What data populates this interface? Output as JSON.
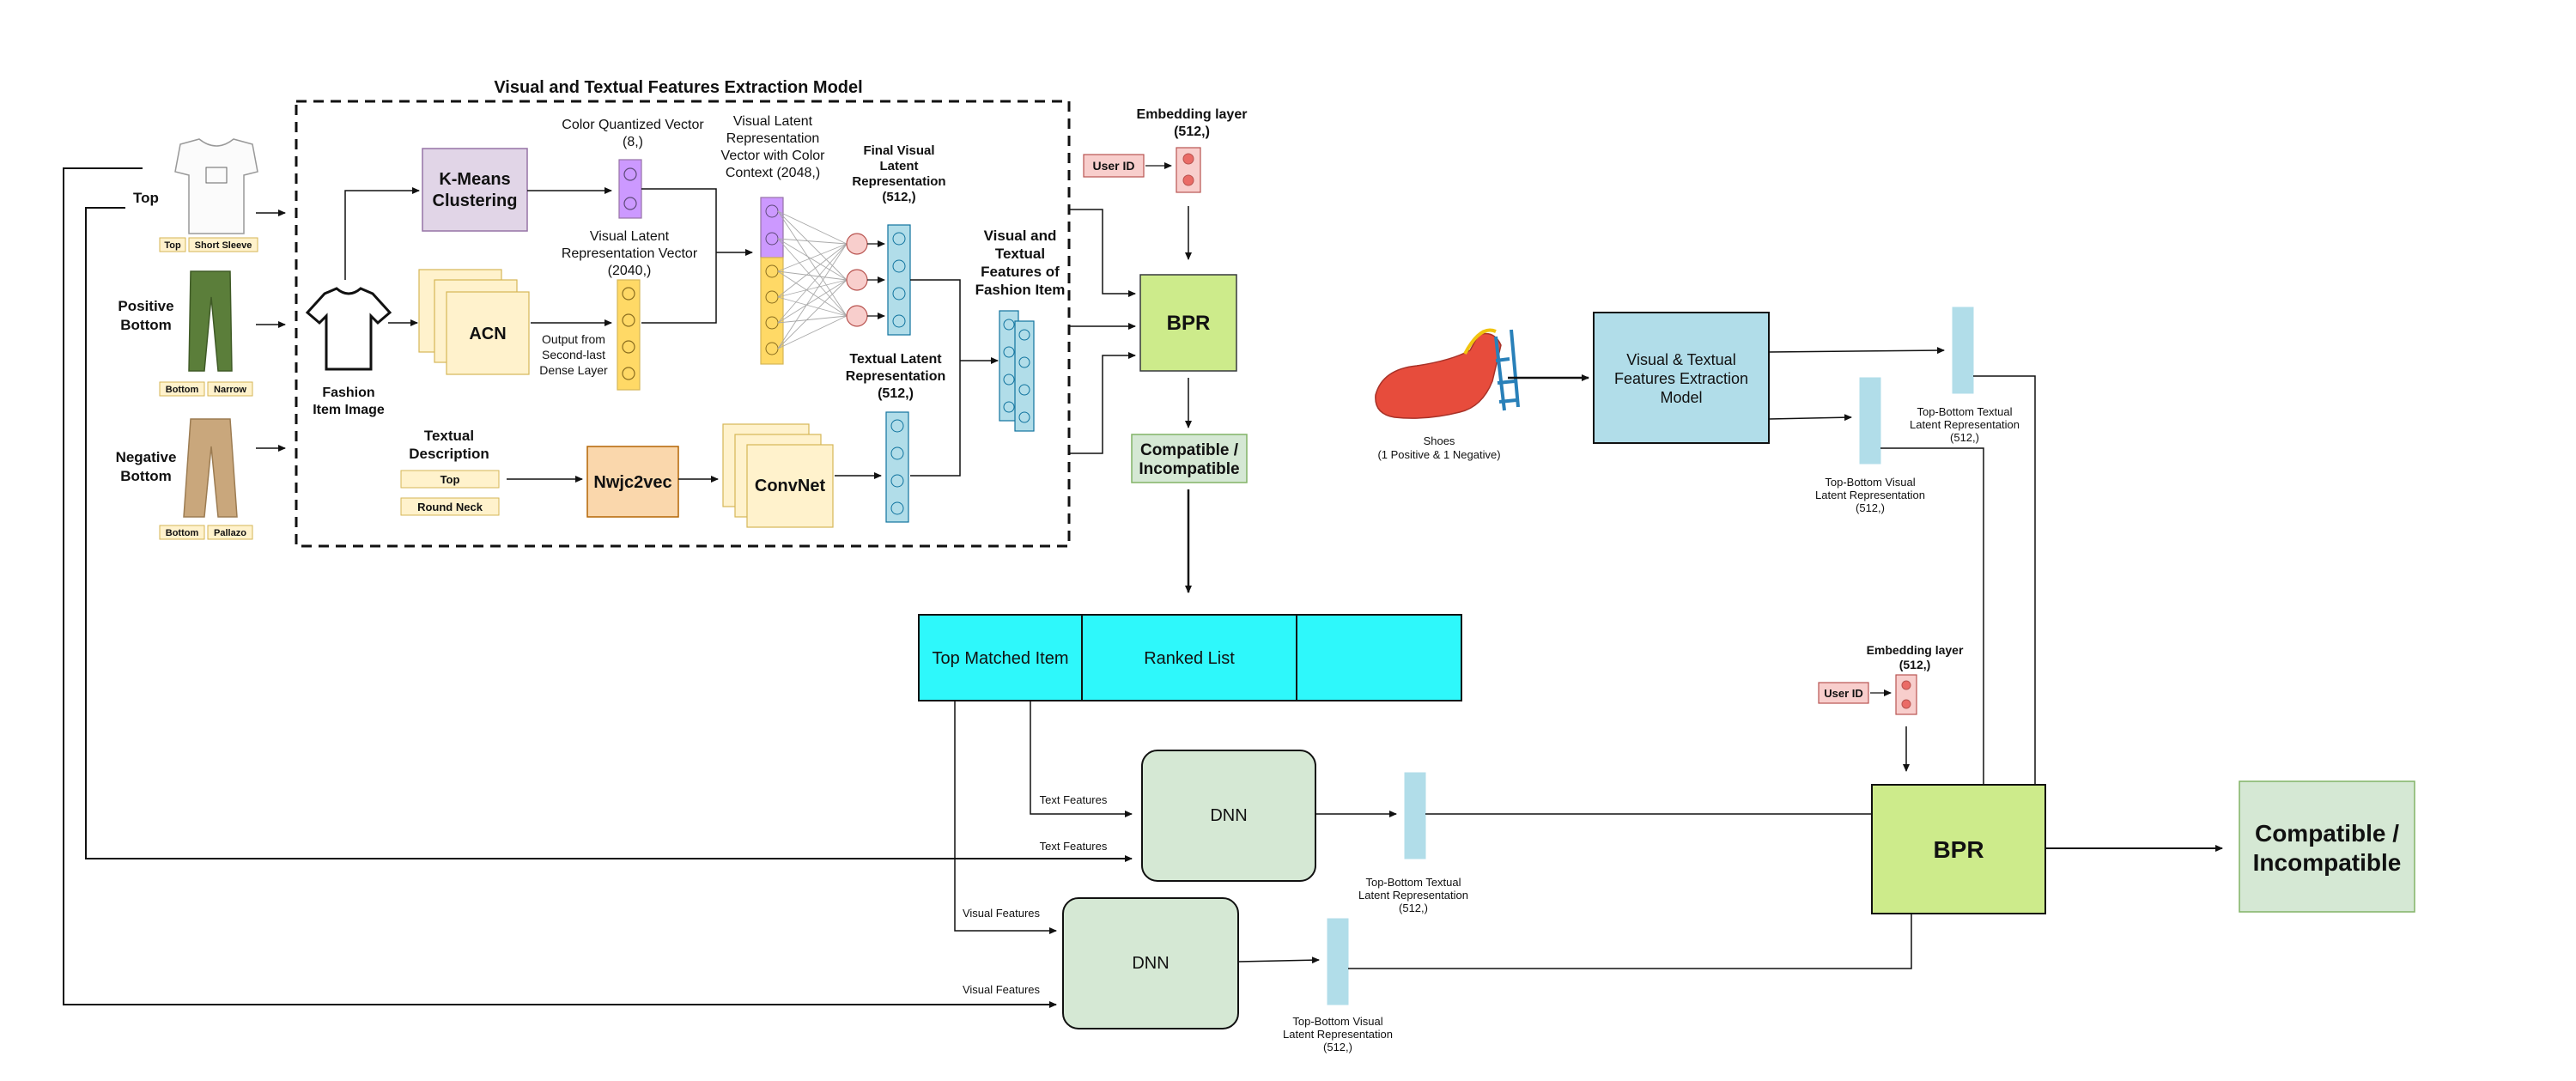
{
  "title": "Visual and Textual Features Extraction Model",
  "inputs": {
    "top": {
      "label": "Top",
      "tags": [
        "Top",
        "Short Sleeve"
      ]
    },
    "positive": {
      "label": [
        "Positive",
        "Bottom"
      ],
      "tags": [
        "Bottom",
        "Narrow"
      ]
    },
    "negative": {
      "label": [
        "Negative",
        "Bottom"
      ],
      "tags": [
        "Bottom",
        "Pallazo"
      ]
    }
  },
  "extraction": {
    "fashion_item_image": [
      "Fashion",
      "Item Image"
    ],
    "kmeans": [
      "K-Means",
      "Clustering"
    ],
    "acn": "ACN",
    "color_vector": [
      "Color Quantized Vector",
      "(8,)"
    ],
    "visual_vector": [
      "Visual Latent",
      "Representation Vector",
      "(2040,)"
    ],
    "output_note": [
      "Output from",
      "Second-last",
      "Dense Layer"
    ],
    "color_context": [
      "Visual Latent",
      "Representation",
      "Vector with Color",
      "Context (2048,)"
    ],
    "final_visual": [
      "Final Visual",
      "Latent",
      "Representation",
      "(512,)"
    ],
    "textual_latent": [
      "Textual Latent",
      "Representation",
      "(512,)"
    ],
    "vt_features": [
      "Visual and",
      "Textual",
      "Features of",
      "Fashion Item"
    ],
    "textual_description": [
      "Textual",
      "Description"
    ],
    "desc_tags": [
      "Top",
      "Round Neck"
    ],
    "nwjc2vec": "Nwjc2vec",
    "convnet": "ConvNet"
  },
  "bpr_top": {
    "embedding": [
      "Embedding layer",
      "(512,)"
    ],
    "user_id": "User ID",
    "bpr": "BPR",
    "result": [
      "Compatible /",
      "Incompatible"
    ]
  },
  "ranked": {
    "cells": [
      "Top Matched Item",
      "Ranked List",
      ""
    ]
  },
  "dnn": {
    "dnn1": "DNN",
    "dnn2": "DNN",
    "text_features": "Text Features",
    "visual_features": "Visual Features",
    "out1": [
      "Top-Bottom Textual",
      "Latent Representation",
      "(512,)"
    ],
    "out2": [
      "Top-Bottom Visual",
      "Latent Representation",
      "(512,)"
    ]
  },
  "right": {
    "shoes": [
      "Shoes",
      "(1 Positive & 1 Negative)"
    ],
    "extraction_model": [
      "Visual & Textual",
      "Features Extraction",
      "Model"
    ],
    "textual_out": [
      "Top-Bottom Textual",
      "Latent Representation",
      "(512,)"
    ],
    "visual_out": [
      "Top-Bottom Visual",
      "Latent Representation",
      "(512,)"
    ],
    "embedding": [
      "Embedding layer",
      "(512,)"
    ],
    "user_id": "User ID",
    "bpr": "BPR",
    "result": [
      "Compatible /",
      "Incompatible"
    ]
  },
  "colors": {
    "purple": "#e1d5e7",
    "yellow": "#fff2cc",
    "orange": "#fad7ac",
    "green": "#cdeb8b",
    "lightgreen": "#d5e8d4",
    "blue": "#b1dde9",
    "cyan": "#2ef8fb",
    "pink": "#f8cecc",
    "node_purple": "#cc99ff",
    "node_yellow": "#ffd966",
    "node_pink": "#f8cecc"
  }
}
